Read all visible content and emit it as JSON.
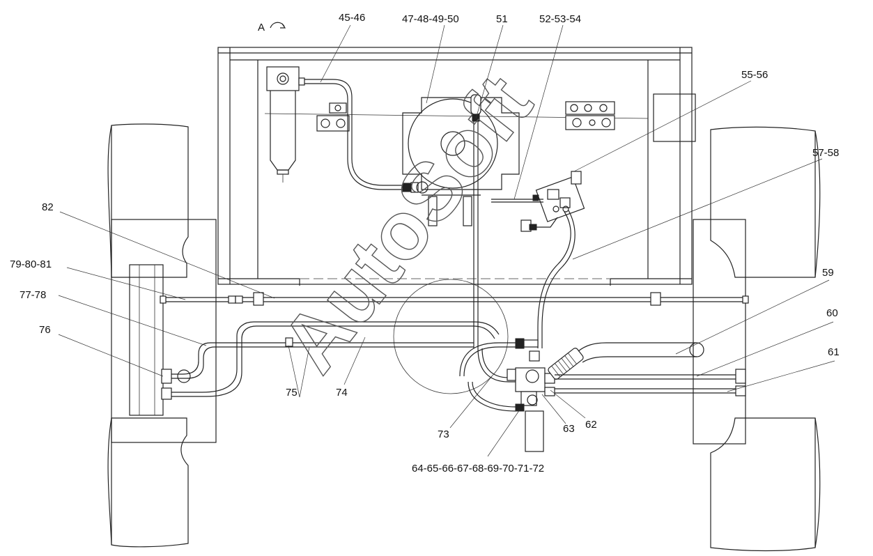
{
  "view_label": "A",
  "watermark": "AutoSoft",
  "callouts": {
    "c45": "45-46",
    "c47": "47-48-49-50",
    "c51": "51",
    "c52": "52-53-54",
    "c55": "55-56",
    "c57": "57-58",
    "c59": "59",
    "c60": "60",
    "c61": "61",
    "c62": "62",
    "c63": "63",
    "c64": "64-65-66-67-68-69-70-71-72",
    "c73": "73",
    "c74": "74",
    "c75": "75",
    "c76": "76",
    "c77": "77-78",
    "c79": "79-80-81",
    "c82": "82"
  }
}
